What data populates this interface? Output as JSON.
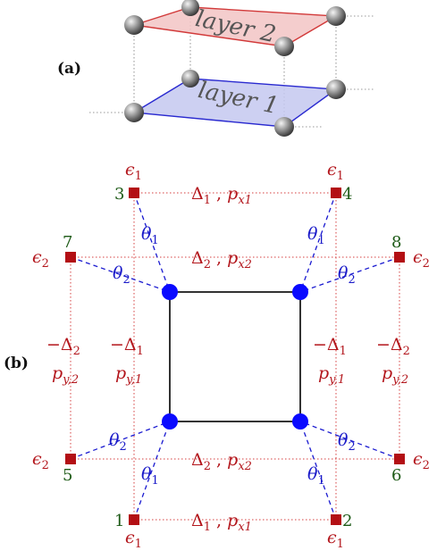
{
  "panel_a": {
    "label": "(a)",
    "layer_top": "layer 2",
    "layer_bottom": "layer 1",
    "colors": {
      "layer_top_fill": "#f2c4c4",
      "layer_top_edge": "#d23a3a",
      "layer_bottom_fill": "#c4c8f0",
      "layer_bottom_edge": "#2a2ad0"
    }
  },
  "panel_b": {
    "label": "(b)",
    "sites": {
      "n1": "1",
      "n2": "2",
      "n3": "3",
      "n4": "4",
      "n5": "5",
      "n6": "6",
      "n7": "7",
      "n8": "8"
    },
    "eps1": "ϵ",
    "eps1_sub": "1",
    "eps2": "ϵ",
    "eps2_sub": "2",
    "theta": "θ",
    "theta1_sub": "1",
    "theta2_sub": "2",
    "hop_top": {
      "delta": "Δ",
      "delta_sub": "1",
      "sep": " , ",
      "p": "p",
      "p_sub": "x1"
    },
    "hop_mid_top": {
      "delta": "Δ",
      "delta_sub": "2",
      "sep": " , ",
      "p": "p",
      "p_sub": "x2"
    },
    "hop_mid_bottom": {
      "delta": "Δ",
      "delta_sub": "2",
      "sep": " , ",
      "p": "p",
      "p_sub": "x2"
    },
    "hop_bottom": {
      "delta": "Δ",
      "delta_sub": "1",
      "sep": " , ",
      "p": "p",
      "p_sub": "x1"
    },
    "vert_outer": {
      "delta": "−Δ",
      "delta_sub": "2",
      "p": "p",
      "p_sub": "y,2"
    },
    "vert_inner": {
      "delta": "−Δ",
      "delta_sub": "1",
      "p": "p",
      "p_sub": "y,1"
    },
    "colors": {
      "impurity": "#b30f14",
      "orbital": "#0a0aff",
      "label_red": "#b3161c",
      "label_blue": "#1818c8",
      "label_green": "#1d5a16"
    }
  }
}
